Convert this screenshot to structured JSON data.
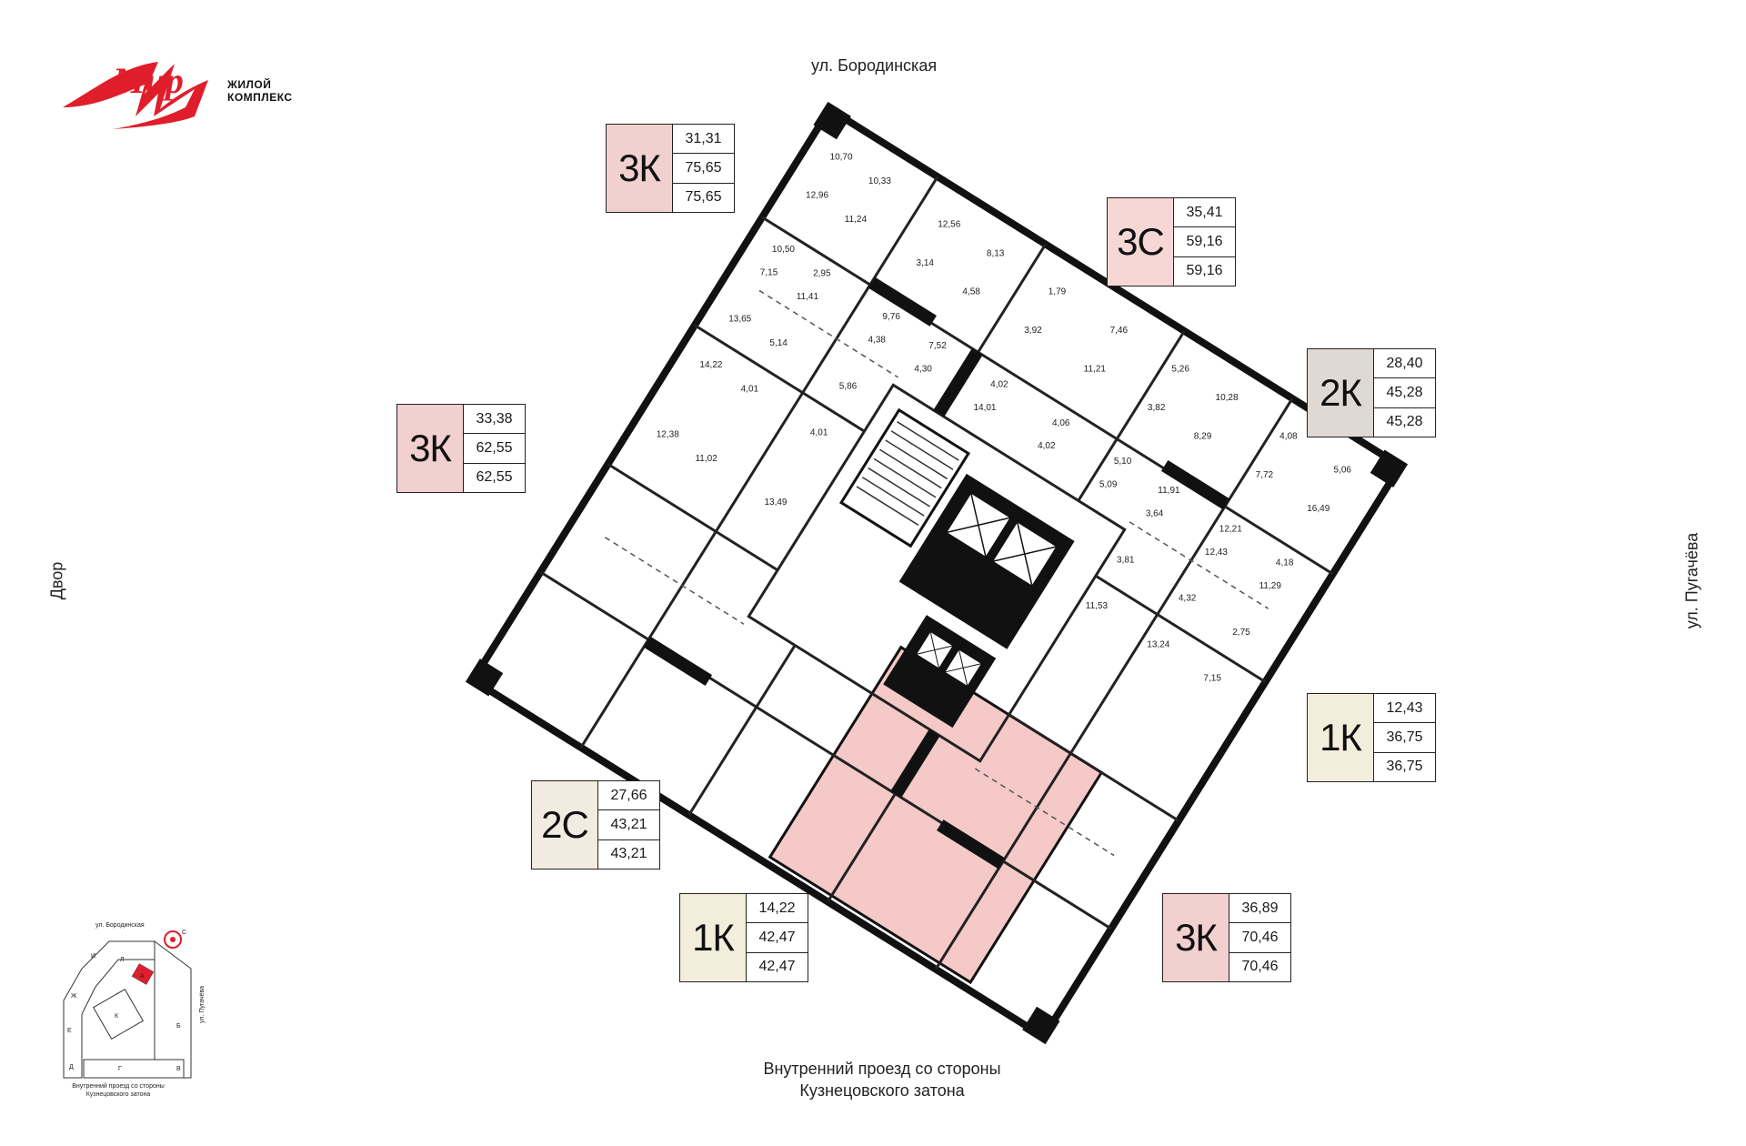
{
  "brand": {
    "logo_text": "Мир",
    "tag_line1": "ЖИЛОЙ",
    "tag_line2": "КОМПЛЕКС",
    "color": "#e01e2b"
  },
  "streets": {
    "top": "ул. Бородинская",
    "left": "Двор",
    "right": "ул. Пугачёва",
    "bottom_line1": "Внутренний проезд со стороны",
    "bottom_line2": "Кузнецовского затона"
  },
  "apartments": [
    {
      "type": "3К",
      "values": [
        "31,31",
        "75,65",
        "75,65"
      ],
      "color": "#f3d0d0"
    },
    {
      "type": "3С",
      "values": [
        "35,41",
        "59,16",
        "59,16"
      ],
      "color": "#f6d7d5"
    },
    {
      "type": "2К",
      "values": [
        "28,40",
        "45,28",
        "45,28"
      ],
      "color": "#e0d8d3"
    },
    {
      "type": "3К",
      "values": [
        "33,38",
        "62,55",
        "62,55"
      ],
      "color": "#f3d0d0"
    },
    {
      "type": "1К",
      "values": [
        "12,43",
        "36,75",
        "36,75"
      ],
      "color": "#f3eedc"
    },
    {
      "type": "2С",
      "values": [
        "27,66",
        "43,21",
        "43,21"
      ],
      "color": "#f2ebdf"
    },
    {
      "type": "1К",
      "values": [
        "14,22",
        "42,47",
        "42,47"
      ],
      "color": "#f3eedc"
    },
    {
      "type": "3К",
      "values": [
        "36,89",
        "70,46",
        "70,46"
      ],
      "color": "#f3d0d0"
    }
  ],
  "rooms": [
    "10,70",
    "10,33",
    "12,56",
    "8,13",
    "1,79",
    "7,46",
    "5,26",
    "10,28",
    "4,08",
    "5,06",
    "12,96",
    "11,24",
    "3,14",
    "4,58",
    "3,92",
    "11,21",
    "3,82",
    "8,29",
    "7,72",
    "16,49",
    "10,50",
    "2,95",
    "9,76",
    "7,52",
    "4,02",
    "4,06",
    "5,10",
    "11,91",
    "12,21",
    "4,18",
    "7,15",
    "11,41",
    "4,38",
    "4,30",
    "14,01",
    "4,02",
    "5,09",
    "3,64",
    "12,43",
    "11,29",
    "13,65",
    "5,14",
    "5,86",
    "3,81",
    "4,32",
    "2,75",
    "14,22",
    "4,01",
    "4,01",
    "11,53",
    "13,24",
    "7,15",
    "12,38",
    "11,02",
    "13,49"
  ],
  "highlight_color": "#f4c9c7",
  "minimap": {
    "street_top": "ул. Бородинская",
    "street_right": "ул. Пугачёва",
    "bottom_line1": "Внутренний проезд со стороны",
    "bottom_line2": "Кузнецовского затона",
    "compass": "С",
    "sections": [
      "И",
      "Л",
      "А",
      "Ж",
      "К",
      "Б",
      "Е",
      "Д",
      "Г",
      "В"
    ],
    "active_section": "А"
  }
}
